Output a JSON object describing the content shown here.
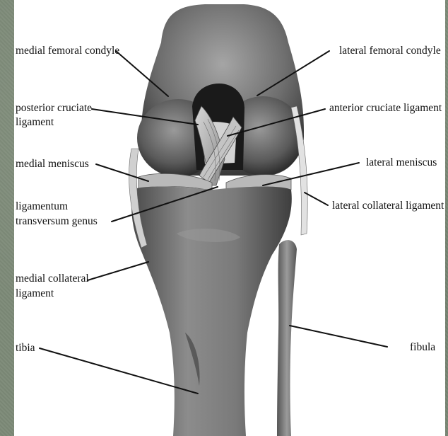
{
  "labels": {
    "medial_femoral_condyle": "medial femoral condyle",
    "lateral_femoral_condyle": "lateral femoral condyle",
    "posterior_cruciate_1": "posterior cruciate",
    "posterior_cruciate_2": "ligament",
    "anterior_cruciate": "anterior cruciate ligament",
    "medial_meniscus": "medial meniscus",
    "lateral_meniscus": "lateral meniscus",
    "lig_transversum_1": "ligamentum",
    "lig_transversum_2": "transversum genus",
    "lateral_collateral": "lateral collateral ligament",
    "medial_collateral_1": "medial collateral",
    "medial_collateral_2": "ligament",
    "tibia": "tibia",
    "fibula": "fibula"
  },
  "colors": {
    "background": "#7d8a78",
    "panel": "#ffffff",
    "text": "#111111",
    "leader": "#111111"
  }
}
